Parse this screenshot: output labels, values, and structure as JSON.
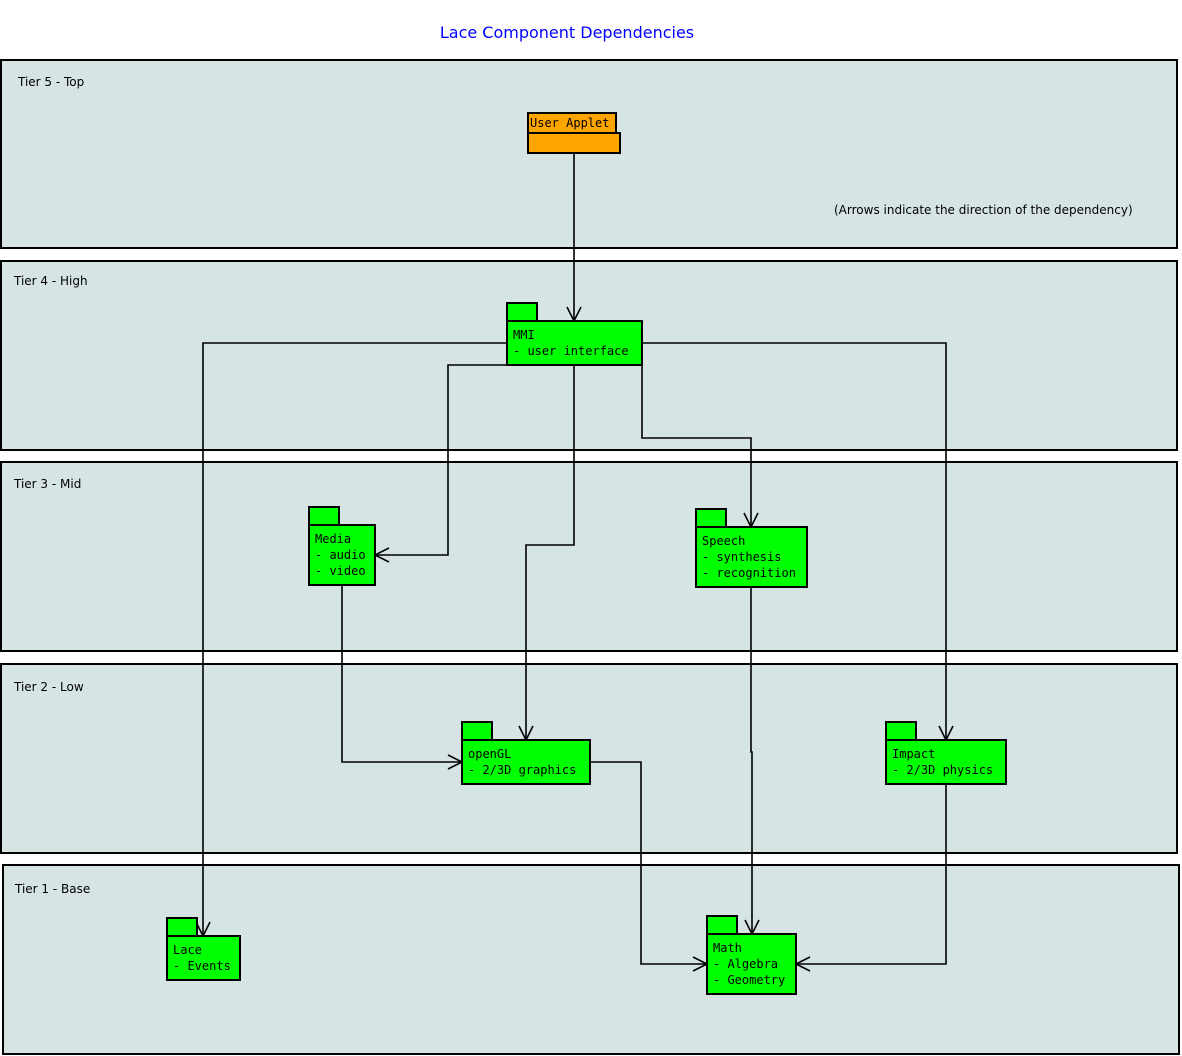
{
  "title": "Lace Component Dependencies",
  "note": "(Arrows indicate the direction of the dependency)",
  "colors": {
    "tier_fill": "#d7e4e4",
    "package": "#00ff00",
    "applet": "#ffa500",
    "title": "#0000ff"
  },
  "tiers": [
    {
      "id": "t5",
      "label": "Tier 5 - Top"
    },
    {
      "id": "t4",
      "label": "Tier 4 - High"
    },
    {
      "id": "t3",
      "label": "Tier 3 - Mid"
    },
    {
      "id": "t2",
      "label": "Tier 2 - Low"
    },
    {
      "id": "t1",
      "label": "Tier 1 - Base"
    }
  ],
  "packages": [
    {
      "id": "applet",
      "lines": [
        "User Applet"
      ],
      "color": "#ffa500"
    },
    {
      "id": "mmi",
      "lines": [
        "MMI",
        "- user interface"
      ],
      "color": "#00ff00"
    },
    {
      "id": "media",
      "lines": [
        "Media",
        "- audio",
        "- video"
      ],
      "color": "#00ff00"
    },
    {
      "id": "speech",
      "lines": [
        "Speech",
        "- synthesis",
        "- recognition"
      ],
      "color": "#00ff00"
    },
    {
      "id": "opengl",
      "lines": [
        "openGL",
        "- 2/3D graphics"
      ],
      "color": "#00ff00"
    },
    {
      "id": "impact",
      "lines": [
        "Impact",
        "- 2/3D physics"
      ],
      "color": "#00ff00"
    },
    {
      "id": "lace",
      "lines": [
        "Lace",
        "- Events"
      ],
      "color": "#00ff00"
    },
    {
      "id": "math",
      "lines": [
        "Math",
        "- Algebra",
        "- Geometry"
      ],
      "color": "#00ff00"
    }
  ],
  "dependencies": [
    {
      "from": "applet",
      "to": "mmi"
    },
    {
      "from": "mmi",
      "to": "lace"
    },
    {
      "from": "mmi",
      "to": "media"
    },
    {
      "from": "mmi",
      "to": "opengl"
    },
    {
      "from": "mmi",
      "to": "speech"
    },
    {
      "from": "mmi",
      "to": "impact"
    },
    {
      "from": "media",
      "to": "opengl"
    },
    {
      "from": "speech",
      "to": "math"
    },
    {
      "from": "opengl",
      "to": "math"
    },
    {
      "from": "impact",
      "to": "math"
    }
  ]
}
